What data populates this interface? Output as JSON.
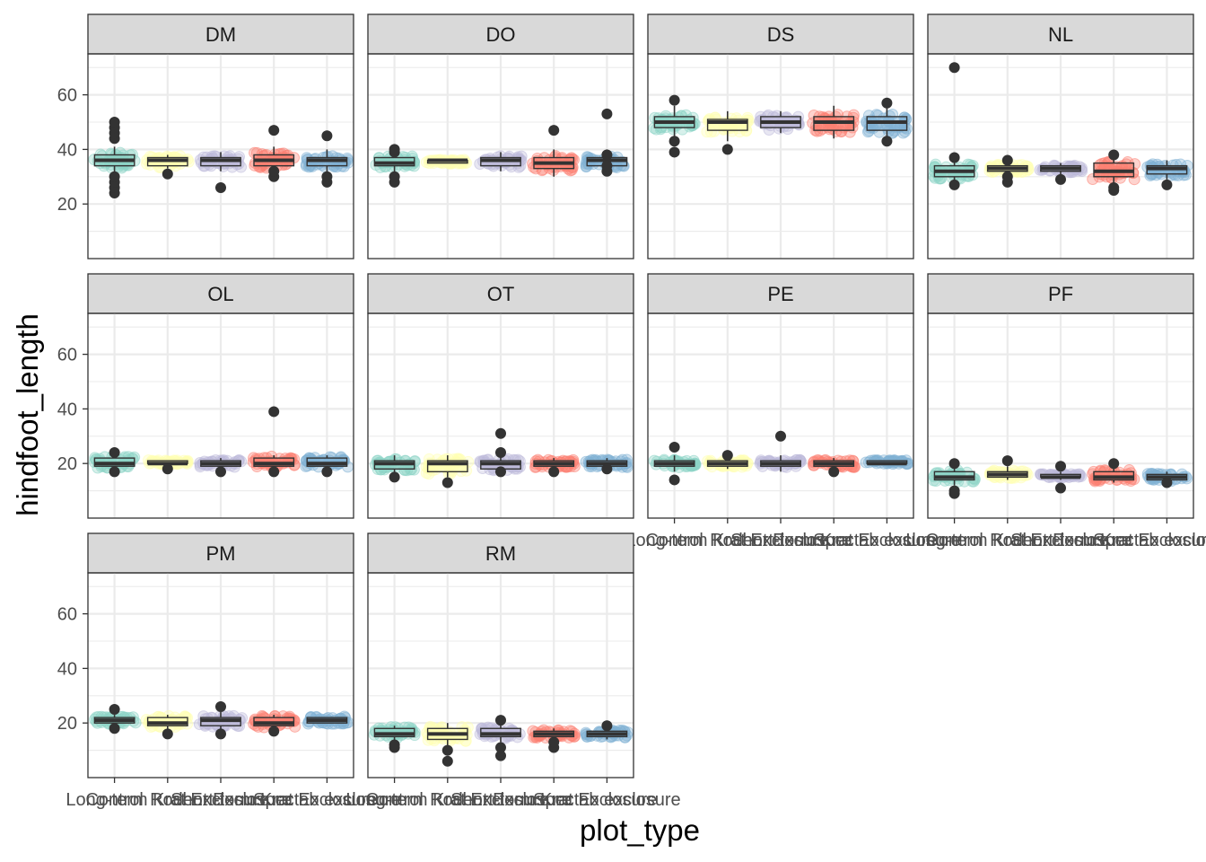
{
  "chart_data": {
    "type": "boxplot",
    "facet_layout": "wrap",
    "xlabel": "plot_type",
    "ylabel": "hindfoot_length",
    "categories": [
      "Control",
      "Long-term Krat Exclosure",
      "Rodent Exclosure",
      "Short-term Krat Exclosure",
      "Spectab exclosure"
    ],
    "ylim": [
      0,
      75
    ],
    "yticks": [
      20,
      40,
      60
    ],
    "grid": true,
    "colors": [
      "#8DD3C7",
      "#FFFFB3",
      "#BEBADA",
      "#FB8072",
      "#80B1D3"
    ],
    "panels": [
      {
        "species": "DM",
        "boxes": [
          {
            "med": 36,
            "q1": 34,
            "q3": 38,
            "lo": 31,
            "hi": 41,
            "out": [
              24,
              26,
              28,
              30,
              44,
              46,
              48,
              50
            ]
          },
          {
            "med": 36,
            "q1": 34,
            "q3": 37,
            "lo": 33,
            "hi": 38,
            "out": [
              31
            ]
          },
          {
            "med": 36,
            "q1": 34,
            "q3": 37,
            "lo": 32,
            "hi": 39,
            "out": [
              26
            ]
          },
          {
            "med": 36,
            "q1": 34,
            "q3": 38,
            "lo": 31,
            "hi": 41,
            "out": [
              30,
              32,
              47
            ]
          },
          {
            "med": 36,
            "q1": 34,
            "q3": 37,
            "lo": 31,
            "hi": 40,
            "out": [
              28,
              30,
              45
            ]
          }
        ]
      },
      {
        "species": "DO",
        "boxes": [
          {
            "med": 35,
            "q1": 34,
            "q3": 37,
            "lo": 31,
            "hi": 40,
            "out": [
              28,
              30,
              39,
              40
            ]
          },
          {
            "med": 36,
            "q1": 35,
            "q3": 36,
            "lo": 35,
            "hi": 36,
            "out": []
          },
          {
            "med": 36,
            "q1": 34,
            "q3": 37,
            "lo": 32,
            "hi": 39,
            "out": []
          },
          {
            "med": 35,
            "q1": 33,
            "q3": 37,
            "lo": 30,
            "hi": 40,
            "out": [
              47
            ]
          },
          {
            "med": 36,
            "q1": 34,
            "q3": 37,
            "lo": 31,
            "hi": 40,
            "out": [
              32,
              34,
              38,
              53
            ]
          }
        ]
      },
      {
        "species": "DS",
        "boxes": [
          {
            "med": 50,
            "q1": 48,
            "q3": 52,
            "lo": 44,
            "hi": 56,
            "out": [
              39,
              43,
              58
            ]
          },
          {
            "med": 50,
            "q1": 47,
            "q3": 51,
            "lo": 43,
            "hi": 54,
            "out": [
              40
            ]
          },
          {
            "med": 50,
            "q1": 48,
            "q3": 52,
            "lo": 46,
            "hi": 54,
            "out": []
          },
          {
            "med": 50,
            "q1": 47,
            "q3": 52,
            "lo": 44,
            "hi": 56,
            "out": []
          },
          {
            "med": 50,
            "q1": 47,
            "q3": 52,
            "lo": 44,
            "hi": 56,
            "out": [
              43,
              57
            ]
          }
        ]
      },
      {
        "species": "NL",
        "boxes": [
          {
            "med": 32,
            "q1": 30,
            "q3": 34,
            "lo": 27,
            "hi": 36,
            "out": [
              27,
              37,
              70
            ]
          },
          {
            "med": 33,
            "q1": 32,
            "q3": 34,
            "lo": 30,
            "hi": 35,
            "out": [
              28,
              30,
              36
            ]
          },
          {
            "med": 33,
            "q1": 32,
            "q3": 34,
            "lo": 30,
            "hi": 35,
            "out": [
              29
            ]
          },
          {
            "med": 32,
            "q1": 30,
            "q3": 35,
            "lo": 27,
            "hi": 37,
            "out": [
              25,
              26,
              38
            ]
          },
          {
            "med": 33,
            "q1": 31,
            "q3": 34,
            "lo": 29,
            "hi": 36,
            "out": [
              27
            ]
          }
        ]
      },
      {
        "species": "OL",
        "boxes": [
          {
            "med": 20,
            "q1": 19,
            "q3": 22,
            "lo": 18,
            "hi": 23,
            "out": [
              17,
              24
            ]
          },
          {
            "med": 20,
            "q1": 20,
            "q3": 21,
            "lo": 19,
            "hi": 21,
            "out": [
              18
            ]
          },
          {
            "med": 20,
            "q1": 19,
            "q3": 21,
            "lo": 18,
            "hi": 22,
            "out": [
              17
            ]
          },
          {
            "med": 20,
            "q1": 19,
            "q3": 22,
            "lo": 18,
            "hi": 23,
            "out": [
              17,
              39
            ]
          },
          {
            "med": 20,
            "q1": 19,
            "q3": 22,
            "lo": 18,
            "hi": 23,
            "out": [
              17
            ]
          }
        ]
      },
      {
        "species": "OT",
        "boxes": [
          {
            "med": 20,
            "q1": 18,
            "q3": 21,
            "lo": 16,
            "hi": 23,
            "out": [
              15
            ]
          },
          {
            "med": 20,
            "q1": 17,
            "q3": 21,
            "lo": 15,
            "hi": 23,
            "out": [
              13
            ]
          },
          {
            "med": 20,
            "q1": 18,
            "q3": 21,
            "lo": 16,
            "hi": 23,
            "out": [
              17,
              24,
              31
            ]
          },
          {
            "med": 20,
            "q1": 19,
            "q3": 21,
            "lo": 18,
            "hi": 22,
            "out": [
              17
            ]
          },
          {
            "med": 20,
            "q1": 19,
            "q3": 21,
            "lo": 18,
            "hi": 22,
            "out": [
              18
            ]
          }
        ]
      },
      {
        "species": "PE",
        "boxes": [
          {
            "med": 20,
            "q1": 19,
            "q3": 21,
            "lo": 17,
            "hi": 23,
            "out": [
              14,
              26
            ]
          },
          {
            "med": 20,
            "q1": 19,
            "q3": 21,
            "lo": 18,
            "hi": 22,
            "out": [
              23
            ]
          },
          {
            "med": 20,
            "q1": 19,
            "q3": 21,
            "lo": 17,
            "hi": 23,
            "out": [
              30
            ]
          },
          {
            "med": 20,
            "q1": 19,
            "q3": 21,
            "lo": 18,
            "hi": 22,
            "out": [
              17
            ]
          },
          {
            "med": 20,
            "q1": 20,
            "q3": 21,
            "lo": 20,
            "hi": 21,
            "out": []
          }
        ]
      },
      {
        "species": "PF",
        "boxes": [
          {
            "med": 15,
            "q1": 14,
            "q3": 17,
            "lo": 12,
            "hi": 19,
            "out": [
              9,
              10,
              20
            ]
          },
          {
            "med": 16,
            "q1": 15,
            "q3": 17,
            "lo": 14,
            "hi": 19,
            "out": [
              21
            ]
          },
          {
            "med": 15,
            "q1": 15,
            "q3": 16,
            "lo": 14,
            "hi": 17,
            "out": [
              11,
              19
            ]
          },
          {
            "med": 15,
            "q1": 14,
            "q3": 17,
            "lo": 13,
            "hi": 19,
            "out": [
              20
            ]
          },
          {
            "med": 15,
            "q1": 14,
            "q3": 16,
            "lo": 13,
            "hi": 17,
            "out": [
              13
            ]
          }
        ]
      },
      {
        "species": "PM",
        "boxes": [
          {
            "med": 21,
            "q1": 20,
            "q3": 22,
            "lo": 19,
            "hi": 23,
            "out": [
              18,
              25
            ]
          },
          {
            "med": 20,
            "q1": 19,
            "q3": 22,
            "lo": 17,
            "hi": 23,
            "out": [
              16
            ]
          },
          {
            "med": 21,
            "q1": 19,
            "q3": 22,
            "lo": 17,
            "hi": 24,
            "out": [
              16,
              26
            ]
          },
          {
            "med": 20,
            "q1": 19,
            "q3": 22,
            "lo": 18,
            "hi": 23,
            "out": [
              17
            ]
          },
          {
            "med": 21,
            "q1": 20,
            "q3": 22,
            "lo": 20,
            "hi": 22,
            "out": []
          }
        ]
      },
      {
        "species": "RM",
        "boxes": [
          {
            "med": 16,
            "q1": 15,
            "q3": 18,
            "lo": 13,
            "hi": 19,
            "out": [
              11,
              12
            ]
          },
          {
            "med": 16,
            "q1": 14,
            "q3": 18,
            "lo": 11,
            "hi": 20,
            "out": [
              6,
              10
            ]
          },
          {
            "med": 16,
            "q1": 15,
            "q3": 18,
            "lo": 13,
            "hi": 20,
            "out": [
              8,
              11,
              21
            ]
          },
          {
            "med": 16,
            "q1": 15,
            "q3": 17,
            "lo": 14,
            "hi": 18,
            "out": [
              11,
              13
            ]
          },
          {
            "med": 16,
            "q1": 15,
            "q3": 17,
            "lo": 14,
            "hi": 18,
            "out": [
              19
            ]
          }
        ]
      }
    ]
  }
}
